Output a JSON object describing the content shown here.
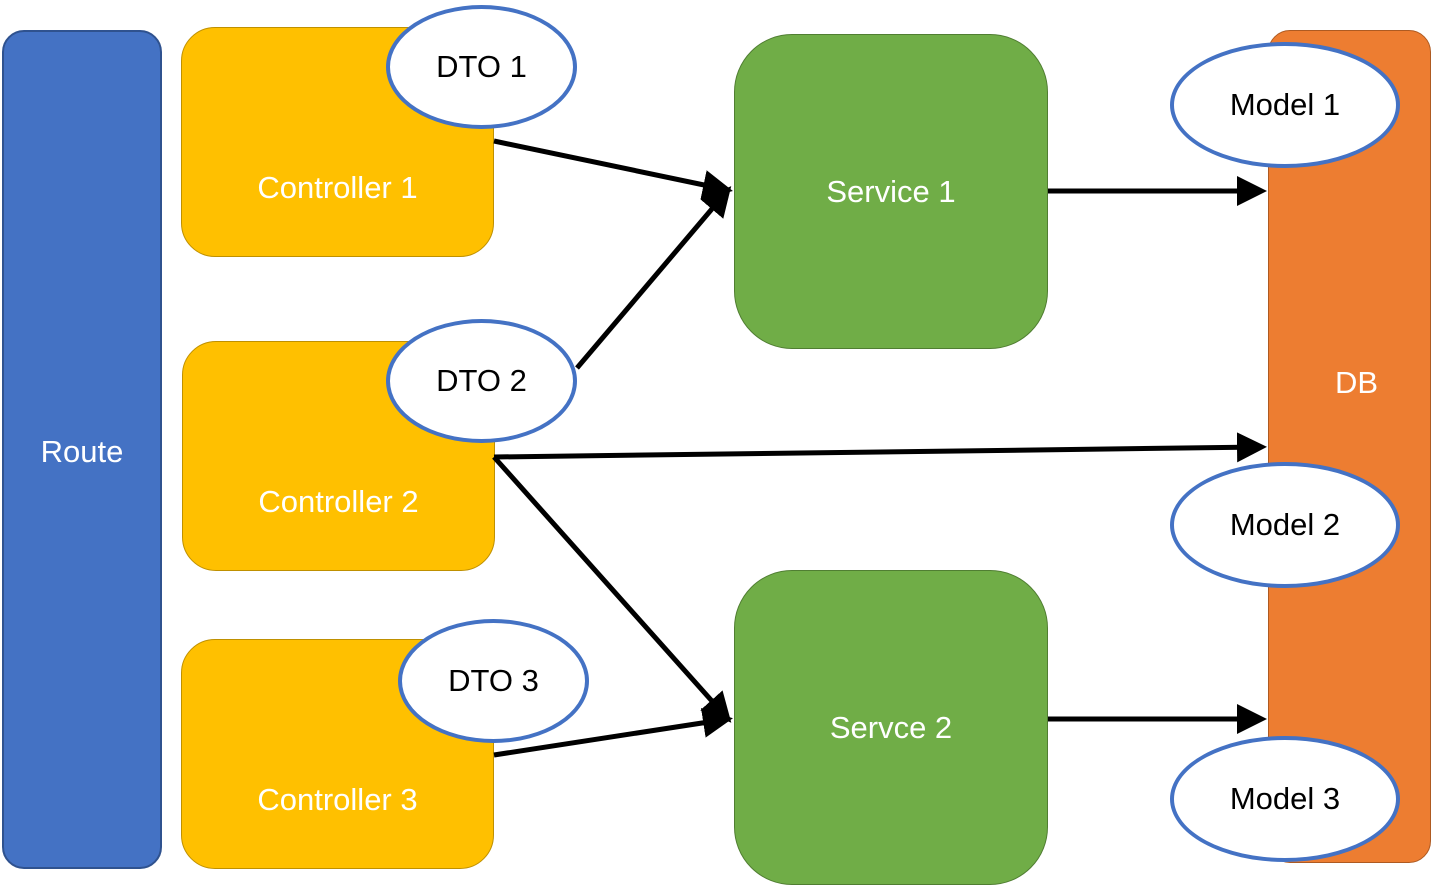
{
  "route": {
    "label": "Route"
  },
  "controllers": [
    {
      "label": "Controller 1"
    },
    {
      "label": "Controller 2"
    },
    {
      "label": "Controller 3"
    }
  ],
  "dtos": [
    {
      "label": "DTO 1"
    },
    {
      "label": "DTO 2"
    },
    {
      "label": "DTO 3"
    }
  ],
  "services": [
    {
      "label": "Service 1"
    },
    {
      "label": "Servce 2"
    }
  ],
  "db": {
    "label": "DB"
  },
  "models": [
    {
      "label": "Model 1"
    },
    {
      "label": "Model 2"
    },
    {
      "label": "Model 3"
    }
  ],
  "colors": {
    "route": "#4472c4",
    "controller": "#ffc000",
    "service": "#70ad47",
    "db": "#ed7d31",
    "ellipse_border": "#4472c4",
    "arrow": "#000000"
  }
}
